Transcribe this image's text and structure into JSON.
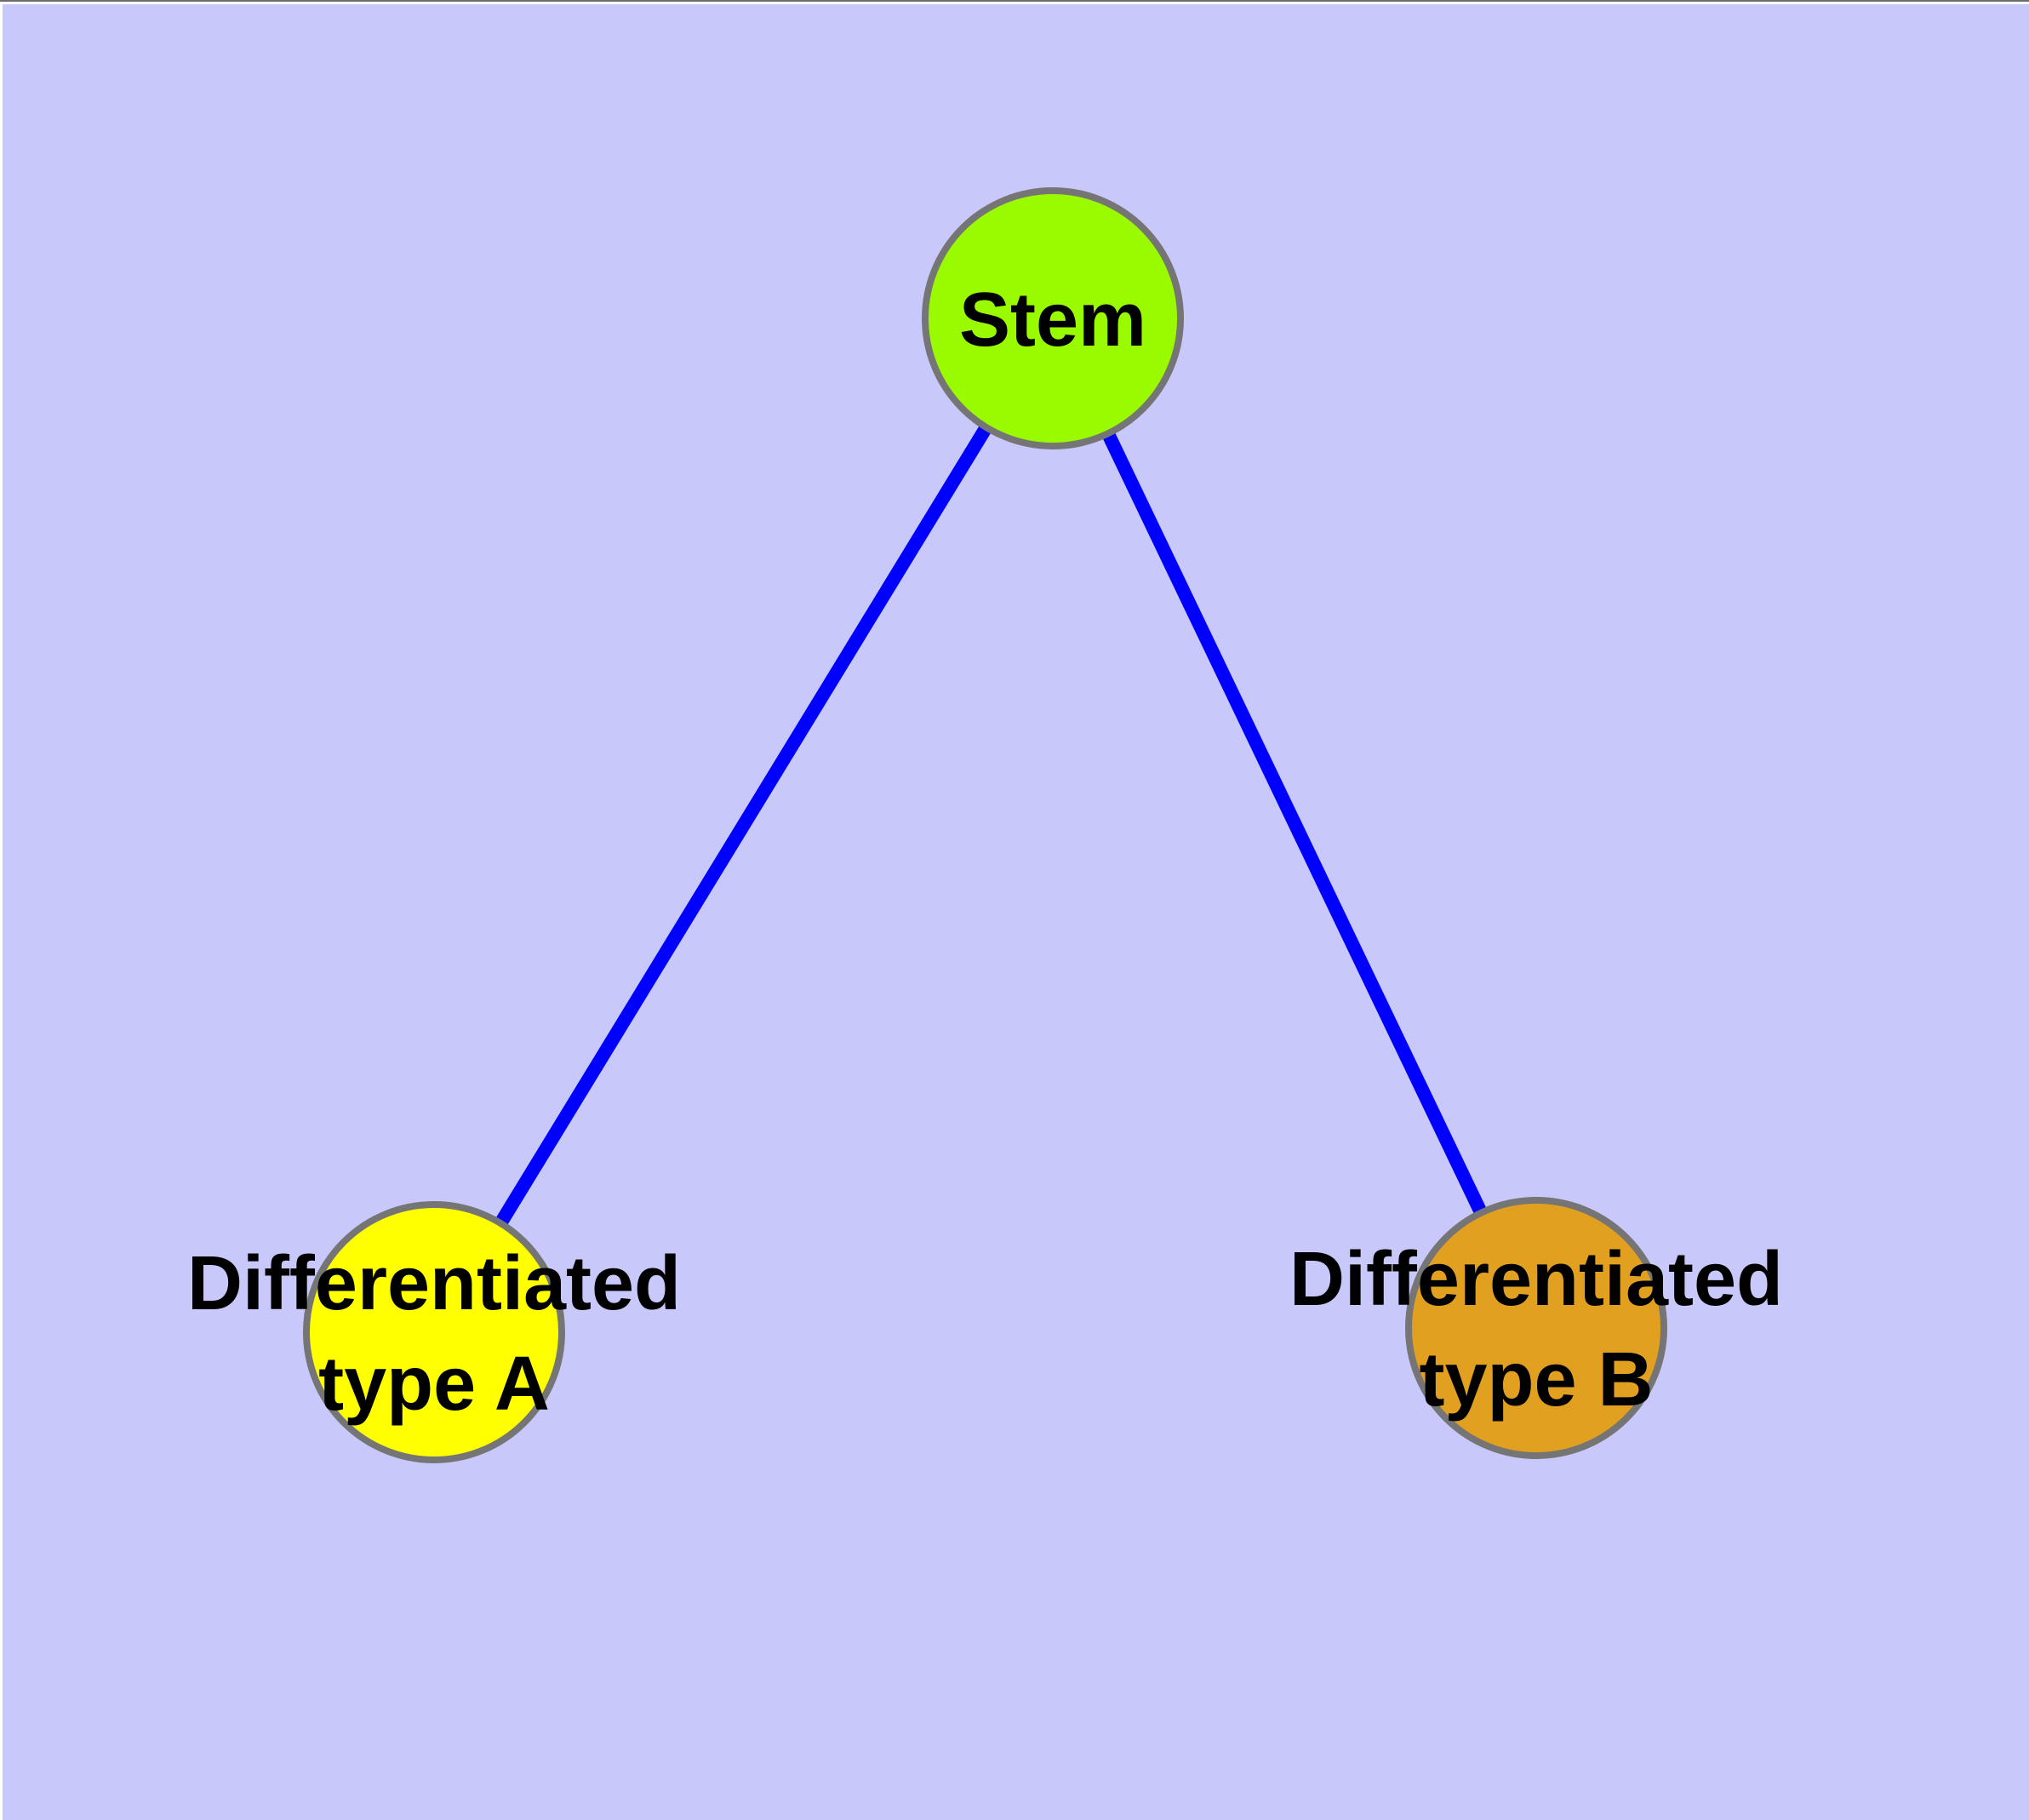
{
  "scene": {
    "background_color": "#c8c8fa",
    "edge_color": "#0000ff",
    "node_stroke_color": "#757575",
    "label_color": "#000000"
  },
  "graph": {
    "type": "tree",
    "nodes": [
      {
        "id": "stem",
        "label": "Stem",
        "line1": "Stem",
        "line2": "",
        "fill": "#9afb00"
      },
      {
        "id": "differentiated-type-a",
        "label": "Differentiated type A",
        "line1": "Differentiated",
        "line2": "type A",
        "fill": "#ffff00"
      },
      {
        "id": "differentiated-type-b",
        "label": "Differentiated type B",
        "line1": "Differentiated",
        "line2": "type B",
        "fill": "#e2a020"
      }
    ],
    "edges": [
      {
        "from": "Stem",
        "to": "Differentiated type A"
      },
      {
        "from": "Stem",
        "to": "Differentiated type B"
      }
    ]
  }
}
